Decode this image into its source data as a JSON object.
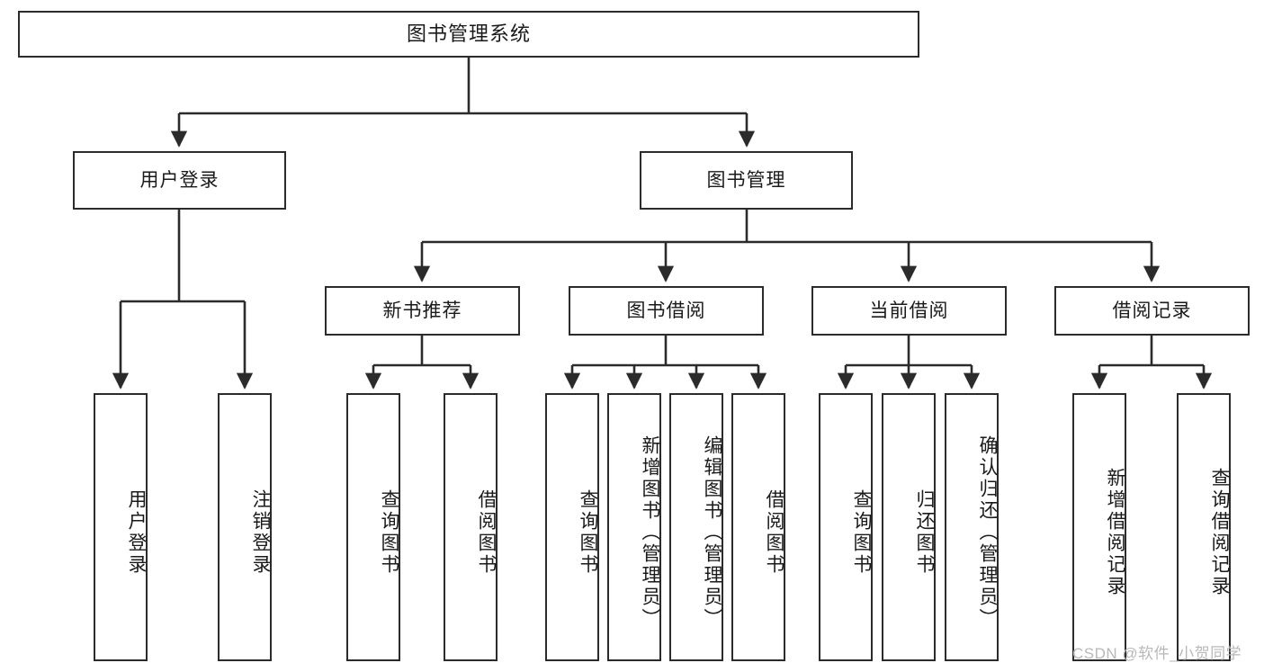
{
  "diagram": {
    "title": "图书管理系统",
    "type": "tree-structure-chart",
    "edge_color": "#2b2b2b",
    "box_border_color": "#2b2b2b",
    "background": "#ffffff"
  },
  "nodes": {
    "root": {
      "label": "图书管理系统"
    },
    "level2": [
      {
        "label": "用户登录"
      },
      {
        "label": "图书管理"
      }
    ],
    "level3": [
      {
        "label": "新书推荐"
      },
      {
        "label": "图书借阅"
      },
      {
        "label": "当前借阅"
      },
      {
        "label": "借阅记录"
      }
    ],
    "leaves_user_login": [
      {
        "label": "用户登录"
      },
      {
        "label": "注销登录"
      }
    ],
    "leaves_new_book": [
      {
        "label": "查询图书"
      },
      {
        "label": "借阅图书"
      }
    ],
    "leaves_borrow": [
      {
        "label": "查询图书"
      },
      {
        "label": "新增图书（管理员）"
      },
      {
        "label": "编辑图书（管理员）"
      },
      {
        "label": "借阅图书"
      }
    ],
    "leaves_current": [
      {
        "label": "查询图书"
      },
      {
        "label": "归还图书"
      },
      {
        "label": "确认归还（管理员）"
      }
    ],
    "leaves_records": [
      {
        "label": "新增借阅记录"
      },
      {
        "label": "查询借阅记录"
      }
    ]
  },
  "watermark": {
    "text": "CSDN @软件_小贺同学"
  }
}
